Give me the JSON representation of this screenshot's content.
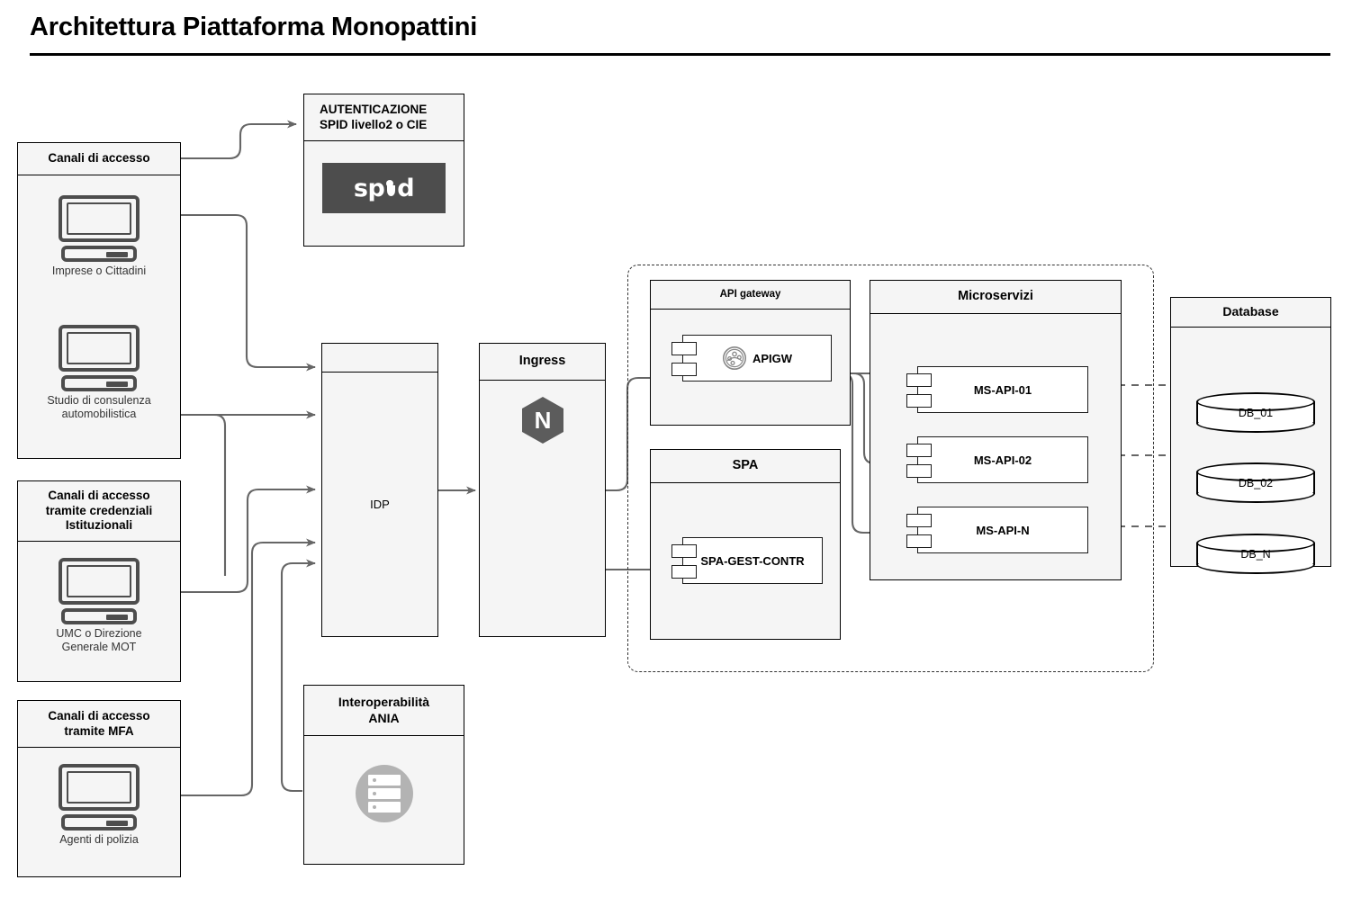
{
  "page": {
    "title": "Architettura Piattaforma Monopattini"
  },
  "access_channels": [
    {
      "id": "canali-accesso",
      "header": "Canali di accesso",
      "actors": [
        {
          "icon": "desktop-computer-icon",
          "label": "Imprese o Cittadini"
        },
        {
          "icon": "desktop-computer-icon",
          "label": "Studio di consulenza\nautomobilistica"
        }
      ]
    },
    {
      "id": "canali-accesso-credenziali-istituzionali",
      "header": "Canali di accesso\ntramite credenziali\nIstituzionali",
      "actors": [
        {
          "icon": "desktop-computer-icon",
          "label": "UMC o Direzione\nGenerale MOT"
        }
      ]
    },
    {
      "id": "canali-accesso-mfa",
      "header": "Canali di accesso\ntramite MFA",
      "actors": [
        {
          "icon": "desktop-computer-icon",
          "label": "Agenti di polizia"
        }
      ]
    }
  ],
  "authentication": {
    "header": "AUTENTICAZIONE\nSPID livello2 o CIE",
    "logo_alt": "spid-logo",
    "logo_text": "sp:d",
    "logo_bg": "#4d4d4d"
  },
  "idp": {
    "header": "",
    "label": "IDP"
  },
  "ingress": {
    "header": "Ingress",
    "logo_alt": "nginx-logo",
    "logo_letter": "N",
    "logo_bg": "#5c5c5c"
  },
  "interoperabilita": {
    "header": "Interoperabilità\nANIA",
    "icon": "server-rack-icon",
    "icon_bg": "#b3b3b3"
  },
  "cluster": {
    "panels": [
      {
        "id": "api-gateway",
        "header": "API gateway",
        "components": [
          {
            "label": "APIGW",
            "icon": "network-globe-icon"
          }
        ]
      },
      {
        "id": "spa",
        "header": "SPA",
        "components": [
          {
            "label": "SPA-GEST-CONTR",
            "icon": ""
          }
        ]
      },
      {
        "id": "microservizi",
        "header": "Microservizi",
        "components": [
          {
            "label": "MS-API-01",
            "icon": ""
          },
          {
            "label": "MS-API-02",
            "icon": ""
          },
          {
            "label": "MS-API-N",
            "icon": ""
          }
        ]
      }
    ]
  },
  "database": {
    "header": "Database",
    "stores": [
      {
        "label": "DB_01"
      },
      {
        "label": "DB_02"
      },
      {
        "label": "DB_N"
      }
    ]
  },
  "colors": {
    "box_fill": "#f5f5f5",
    "box_stroke": "#000000",
    "connector": "#666666",
    "icon_gray": "#4d4d4d",
    "accent_gray": "#b3b3b3"
  }
}
